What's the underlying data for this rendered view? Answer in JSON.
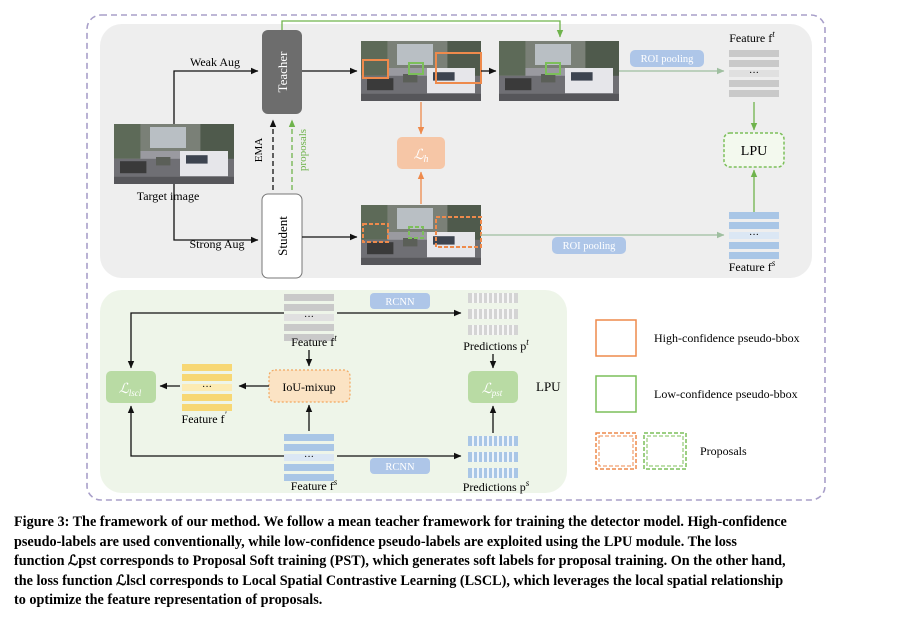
{
  "figure": {
    "labels": {
      "weak_aug": "Weak Aug",
      "strong_aug": "Strong Aug",
      "target_image": "Target  image",
      "teacher": "Teacher",
      "student": "Student",
      "ema": "EMA",
      "proposals_arrow": "proposals",
      "loss_h": "ℒ",
      "loss_h_sub": "h",
      "roi_pooling_top": "ROI pooling",
      "roi_pooling_bottom": "ROI pooling",
      "feature_ft_top": "Feature f",
      "feature_ft_top_sup": "t",
      "feature_fs_top": "Feature f",
      "feature_fs_top_sup": "s",
      "lpu_box": "LPU",
      "rcnn_top": "RCNN",
      "rcnn_bottom": "RCNN",
      "feature_ft_lpu": "Feature f",
      "feature_ft_lpu_sup": "t",
      "feature_fs_lpu": "Feature f",
      "feature_fs_lpu_sup": "s",
      "feature_fprime": "Feature f",
      "feature_fprime_sup": "'",
      "iou_mixup": "IoU-mixup",
      "predictions_pt": "Predictions p",
      "predictions_pt_sup": "t",
      "predictions_ps": "Predictions p",
      "predictions_ps_sup": "s",
      "loss_lscl": "ℒ",
      "loss_lscl_sub": "lscl",
      "loss_pst": "ℒ",
      "loss_pst_sub": "pst",
      "lpu_label": "LPU",
      "ellipsis": "···"
    },
    "legend": {
      "high": "High-confidence pseudo-bbox",
      "low": "Low-confidence pseudo-bbox",
      "proposals": "Proposals"
    },
    "colors": {
      "orange": "#ee8a4c",
      "green": "#7cbf5a",
      "blue_bar": "#a9c6e6",
      "gray_bar": "#cfcfcf",
      "yellow_bar": "#f7d774",
      "teacher_fill": "#6d6d6d"
    }
  },
  "caption": {
    "lines": [
      "Figure 3: The framework of our method. We follow a mean teacher framework for training the detector model. High-confidence",
      "pseudo-labels are used conventionally, while low-confidence pseudo-labels are exploited using the LPU module. The loss",
      "function ℒpst corresponds to Proposal Soft training (PST), which generates soft labels for proposal training. On the other hand,",
      "the loss function ℒlscl corresponds to Local Spatial Contrastive Learning (LSCL), which leverages the local spatial relationship",
      "to optimize the feature representation of proposals."
    ]
  }
}
